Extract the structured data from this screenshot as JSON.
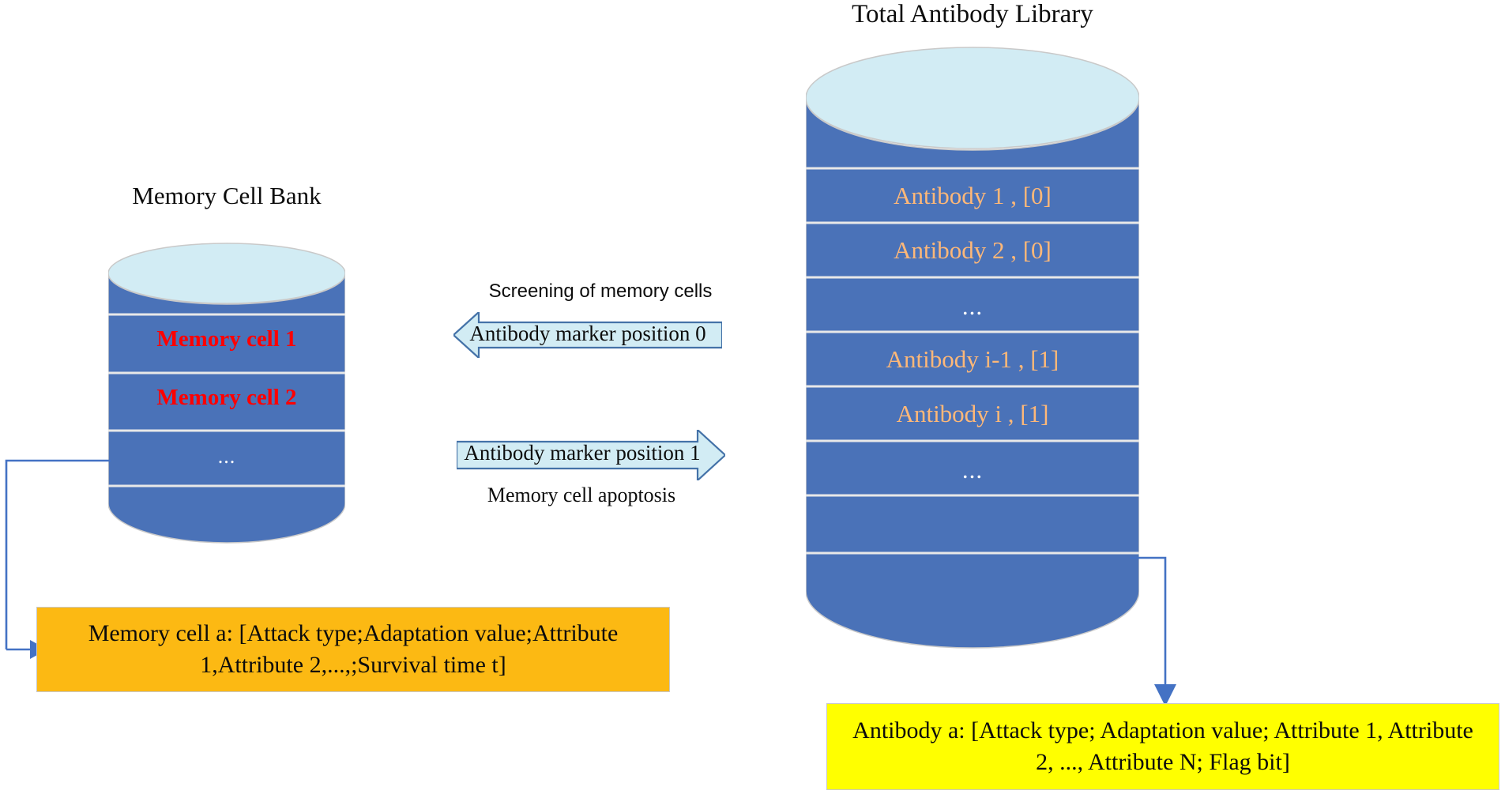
{
  "diagram": {
    "titles": {
      "memory_cell_bank": "Memory Cell Bank",
      "total_antibody_library": "Total Antibody Library"
    },
    "memory_cell_bank": {
      "rows": [
        {
          "label": "Memory cell 1",
          "kind": "entry"
        },
        {
          "label": "Memory cell 2",
          "kind": "entry"
        },
        {
          "label": "...",
          "kind": "ellipsis"
        }
      ]
    },
    "total_antibody_library": {
      "rows": [
        {
          "label": "Antibody 1 , [0]",
          "kind": "entry"
        },
        {
          "label": "Antibody 2 , [0]",
          "kind": "entry"
        },
        {
          "label": "...",
          "kind": "ellipsis"
        },
        {
          "label": "Antibody i-1 , [1]",
          "kind": "entry"
        },
        {
          "label": "Antibody i , [1]",
          "kind": "entry"
        },
        {
          "label": "...",
          "kind": "ellipsis"
        }
      ]
    },
    "arrows": {
      "left_arrow": {
        "caption_above": "Screening of memory cells",
        "body_text": "Antibody marker position 0",
        "direction": "left"
      },
      "right_arrow": {
        "body_text": "Antibody marker position 1",
        "caption_below": "Memory cell apoptosis",
        "direction": "right"
      }
    },
    "notes": {
      "memory_cell_record": "Memory cell a: [Attack type;Adaptation value;Attribute 1,Attribute 2,...,;Survival time t]",
      "antibody_record": "Antibody a: [Attack type; Adaptation value; Attribute 1, Attribute 2, ..., Attribute N; Flag bit]"
    },
    "colors": {
      "cylinder_body": "#4a72b8",
      "cylinder_top": "#d2ecf4",
      "memory_cell_text": "#ff0000",
      "antibody_text": "#ffb878",
      "arrow_fill": "#d2ecf4",
      "arrow_stroke": "#4472a8",
      "connector": "#4472c4",
      "memory_note_bg": "#fcb913",
      "antibody_note_bg": "#ffff00"
    }
  }
}
